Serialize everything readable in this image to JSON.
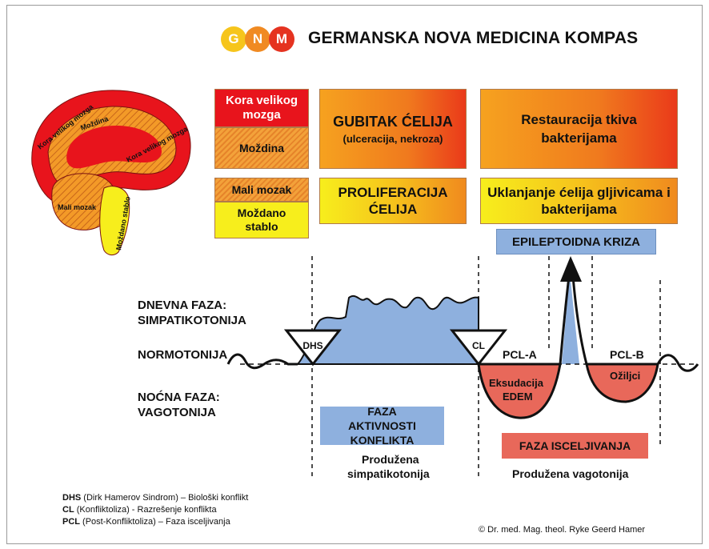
{
  "header": {
    "logo_letters": [
      "G",
      "N",
      "M"
    ],
    "logo_colors": [
      "#f6c51c",
      "#f08a22",
      "#e53320"
    ],
    "title": "GERMANSKA NOVA MEDICINA KOMPAS"
  },
  "brain": {
    "cortex_label_left": "Kora velikog mozga",
    "medulla_label": "Moždina",
    "cortex_label_right": "Kora velikog mozga",
    "cerebellum_label": "Mali mozak",
    "brainstem_label": "Moždano stablo"
  },
  "legend_boxes": {
    "cortex": "Kora velikog mozga",
    "medulla": "Moždina",
    "cerebellum": "Mali mozak",
    "brainstem": "Moždano stablo"
  },
  "phase_boxes": {
    "cell_loss_title": "GUBITAK ĆELIJA",
    "cell_loss_sub": "(ulceracija, nekroza)",
    "restoration": "Restauracija tkiva bakterijama",
    "proliferation": "PROLIFERACIJA ĆELIJA",
    "removal": "Uklanjanje ćelija gljivicama i bakterijama"
  },
  "labels": {
    "day_phase": "DNEVNA FAZA:",
    "sympathicotonia": "SIMPATIKOTONIJA",
    "normotonia": "NORMOTONIJA",
    "night_phase": "NOĆNA FAZA:",
    "vagotonia": "VAGOTONIJA",
    "epileptoid": "EPILEPTOIDNA KRIZA",
    "dhs": "DHS",
    "cl": "CL",
    "pcl_a": "PCL-A",
    "pcl_b": "PCL-B",
    "exudation": "Eksudacija",
    "edema": "EDEM",
    "scars": "Ožiljci",
    "conflict_active": "FAZA AKTIVNOSTI KONFLIKTA",
    "prolonged_sympathicotonia_1": "Produžena",
    "prolonged_sympathicotonia_2": "simpatikotonija",
    "healing_phase": "FAZA ISCELJIVANJA",
    "prolonged_vagotonia": "Produžena vagotonija"
  },
  "notes": {
    "dhs_abbr": "DHS",
    "dhs_text": " (Dirk Hamerov Sindrom) – Biološki konflikt",
    "cl_abbr": "CL",
    "cl_text": " (Konfliktoliza) - Razrešenje konflikta",
    "pcl_abbr": "PCL",
    "pcl_text": " (Post-Konfliktoliza) – Faza isceljivanja"
  },
  "copyright": "© Dr. med. Mag. theol. Ryke Geerd Hamer",
  "colors": {
    "red": "#e8141c",
    "orange": "#f29a1e",
    "yellow": "#f7ee1c",
    "blue": "#8eb0de",
    "heal_red": "#e8685a"
  }
}
